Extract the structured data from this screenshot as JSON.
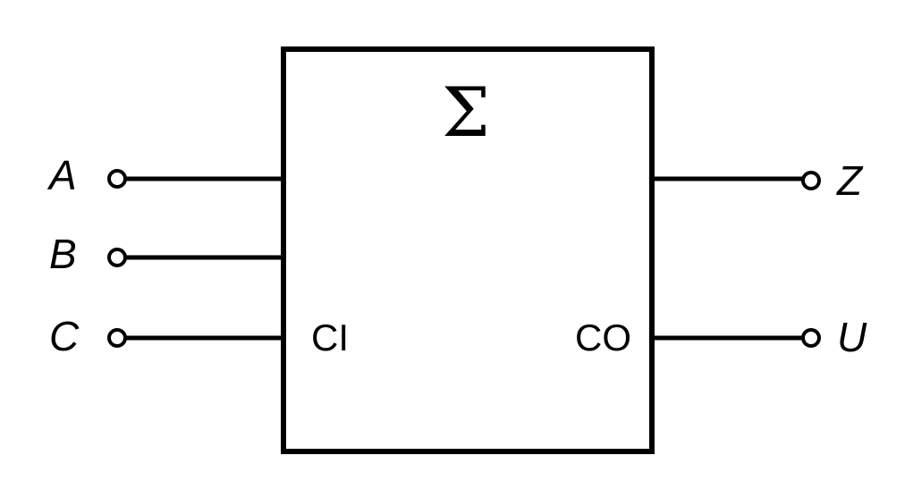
{
  "block": {
    "symbol": "Σ",
    "carry_in_label": "CI",
    "carry_out_label": "CO"
  },
  "inputs": [
    {
      "id": "A",
      "label": "A"
    },
    {
      "id": "B",
      "label": "B"
    },
    {
      "id": "C",
      "label": "C"
    }
  ],
  "outputs": [
    {
      "id": "Z",
      "label": "Z"
    },
    {
      "id": "U",
      "label": "U"
    }
  ]
}
